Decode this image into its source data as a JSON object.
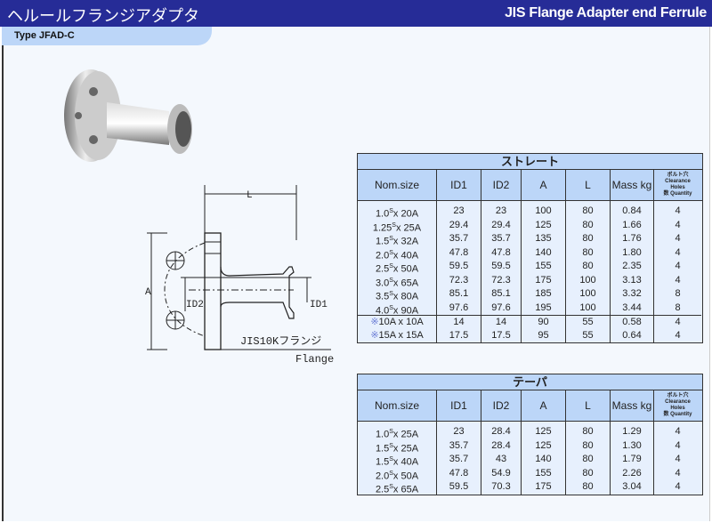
{
  "header": {
    "title_jp": "ヘルールフランジアダプタ",
    "title_en": "JIS Flange Adapter end Ferrule"
  },
  "type_label": "Type JFAD-C",
  "drawing": {
    "L": "L",
    "A": "A",
    "ID1": "ID1",
    "ID2": "ID2",
    "flange_jp": "JIS10Kフランジ",
    "flange_en": "Flange"
  },
  "columns": [
    "Nom.size",
    "ID1",
    "ID2",
    "A",
    "L",
    "Mass kg"
  ],
  "holes_header": [
    "ボルト穴",
    "Clearance",
    "Holes",
    "数 Quantity"
  ],
  "straight": {
    "title": "ストレート",
    "rows": [
      {
        "n": "1.0",
        "s": "S",
        "b": "x 20A",
        "v": [
          "23",
          "23",
          "100",
          "80",
          "0.84",
          "4"
        ]
      },
      {
        "n": "1.25",
        "s": "S",
        "b": "x 25A",
        "v": [
          "29.4",
          "29.4",
          "125",
          "80",
          "1.66",
          "4"
        ]
      },
      {
        "n": "1.5",
        "s": "S",
        "b": "x 32A",
        "v": [
          "35.7",
          "35.7",
          "135",
          "80",
          "1.76",
          "4"
        ]
      },
      {
        "n": "2.0",
        "s": "S",
        "b": "x 40A",
        "v": [
          "47.8",
          "47.8",
          "140",
          "80",
          "1.80",
          "4"
        ]
      },
      {
        "n": "2.5",
        "s": "S",
        "b": "x 50A",
        "v": [
          "59.5",
          "59.5",
          "155",
          "80",
          "2.35",
          "4"
        ]
      },
      {
        "n": "3.0",
        "s": "S",
        "b": "x 65A",
        "v": [
          "72.3",
          "72.3",
          "175",
          "100",
          "3.13",
          "4"
        ]
      },
      {
        "n": "3.5",
        "s": "S",
        "b": "x 80A",
        "v": [
          "85.1",
          "85.1",
          "185",
          "100",
          "3.32",
          "8"
        ]
      },
      {
        "n": "4.0",
        "s": "S",
        "b": "x 90A",
        "v": [
          "97.6",
          "97.6",
          "195",
          "100",
          "3.44",
          "8"
        ]
      },
      {
        "mark": "※",
        "n": "10A x 10A",
        "v": [
          "14",
          "14",
          "90",
          "55",
          "0.58",
          "4"
        ]
      },
      {
        "mark": "※",
        "n": "15A x 15A",
        "v": [
          "17.5",
          "17.5",
          "95",
          "55",
          "0.64",
          "4"
        ]
      }
    ]
  },
  "taper": {
    "title": "テーパ",
    "rows": [
      {
        "n": "1.0",
        "s": "S",
        "b": "x 25A",
        "v": [
          "23",
          "28.4",
          "125",
          "80",
          "1.29",
          "4"
        ]
      },
      {
        "n": "1.5",
        "s": "S",
        "b": "x 25A",
        "v": [
          "35.7",
          "28.4",
          "125",
          "80",
          "1.30",
          "4"
        ]
      },
      {
        "n": "1.5",
        "s": "S",
        "b": "x 40A",
        "v": [
          "35.7",
          "43",
          "140",
          "80",
          "1.79",
          "4"
        ]
      },
      {
        "n": "2.0",
        "s": "S",
        "b": "x 50A",
        "v": [
          "47.8",
          "54.9",
          "155",
          "80",
          "2.26",
          "4"
        ]
      },
      {
        "n": "2.5",
        "s": "S",
        "b": "x 65A",
        "v": [
          "59.5",
          "70.3",
          "175",
          "80",
          "3.04",
          "4"
        ]
      }
    ]
  }
}
